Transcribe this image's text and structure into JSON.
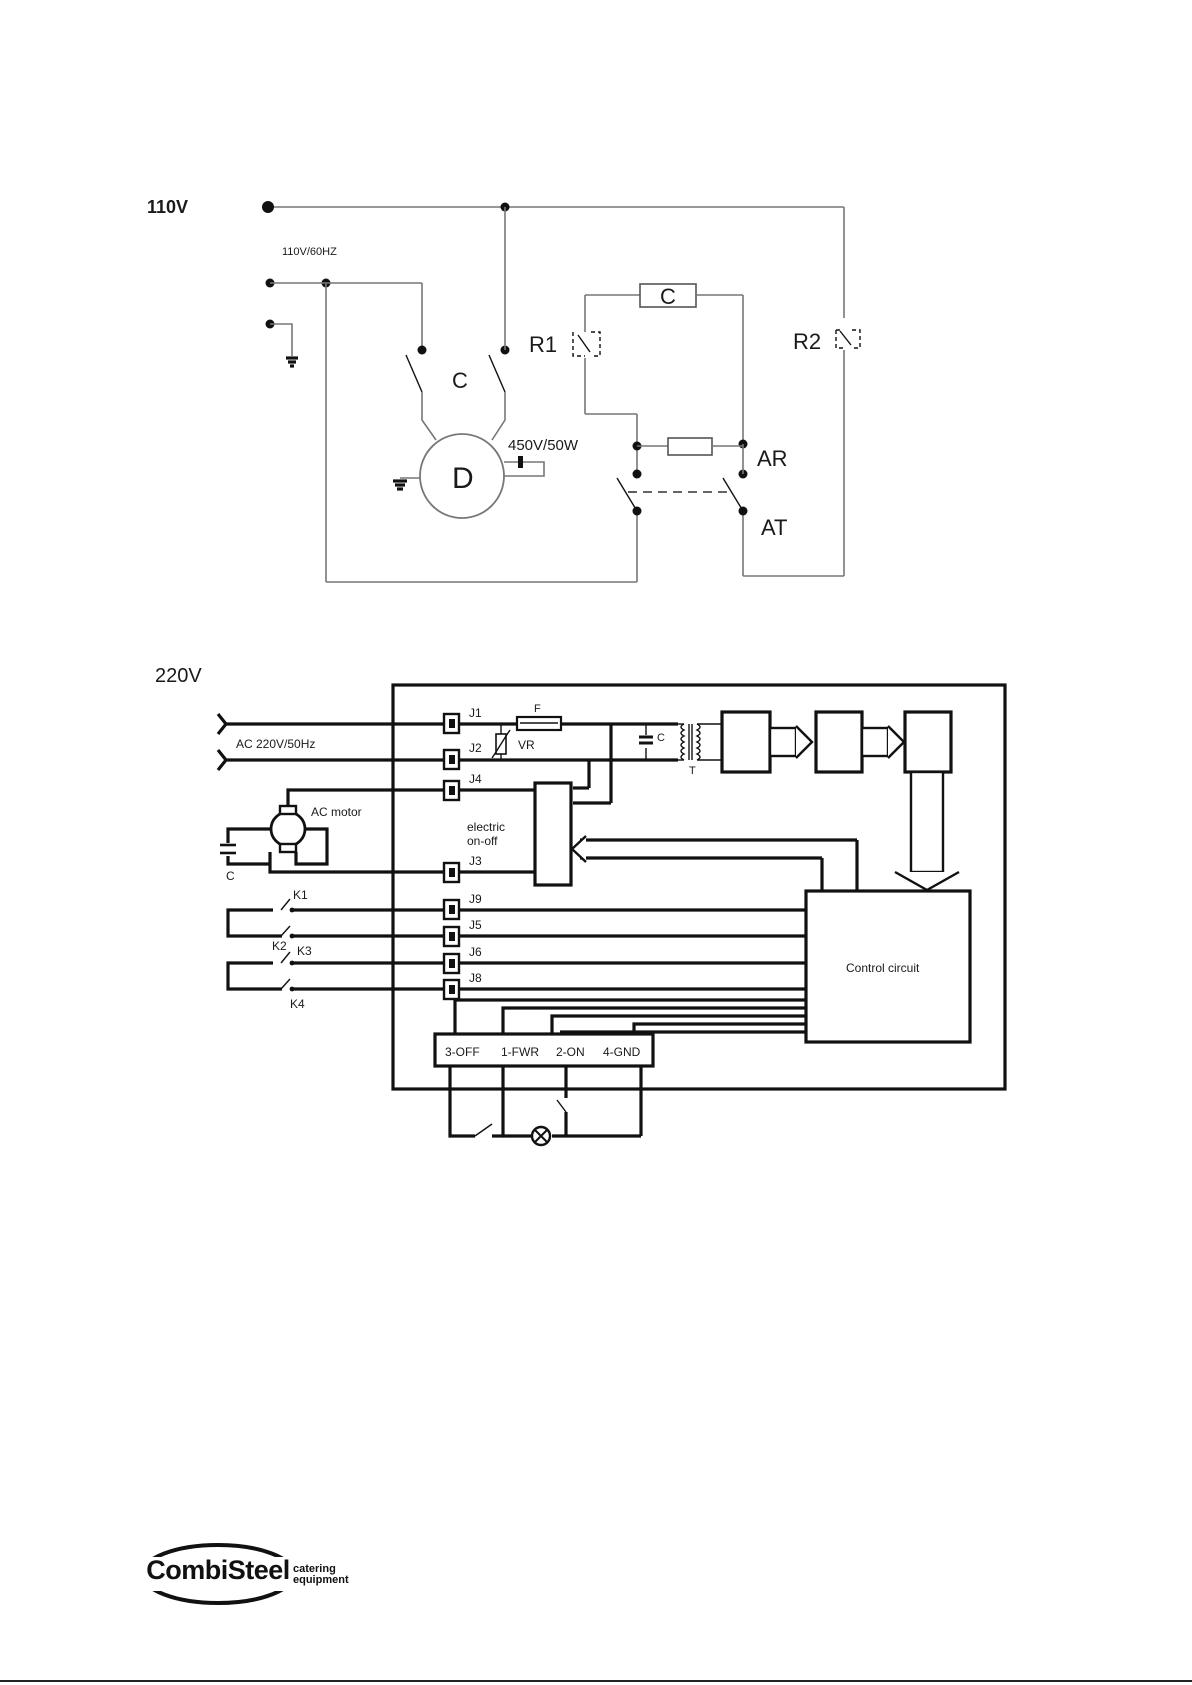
{
  "diagram_110v": {
    "supply_label": "110V",
    "supply_sub_label": "110V/60HZ",
    "contactor_label": "C",
    "coil_label": "C",
    "motor_label": "D",
    "capacitor_label": "450V/50W",
    "relay1_label": "R1",
    "relay2_label": "R2",
    "switch_ar_label": "AR",
    "switch_at_label": "AT"
  },
  "diagram_220v": {
    "supply_label": "220V",
    "ac_input_label": "AC 220V/50Hz",
    "connectors": {
      "j1": "J1",
      "j2": "J2",
      "j3": "J3",
      "j4": "J4",
      "j5": "J5",
      "j6": "J6",
      "j8": "J8",
      "j9": "J9"
    },
    "fuse_label": "F",
    "varistor_label": "VR",
    "cap_label": "C",
    "transformer_label": "T",
    "motor_label": "AC motor",
    "motor_cap_label": "C",
    "onoff_label_1": "electric",
    "onoff_label_2": "on-off",
    "control_label": "Control circuit",
    "keys": {
      "k1": "K1",
      "k2": "K2",
      "k3": "K3",
      "k4": "K4"
    },
    "terminals": {
      "t3": "3-OFF",
      "t1": "1-FWR",
      "t2": "2-ON",
      "t4": "4-GND"
    }
  },
  "logo": {
    "name": "CombiSteel",
    "tagline_1": "catering",
    "tagline_2": "equipment"
  }
}
